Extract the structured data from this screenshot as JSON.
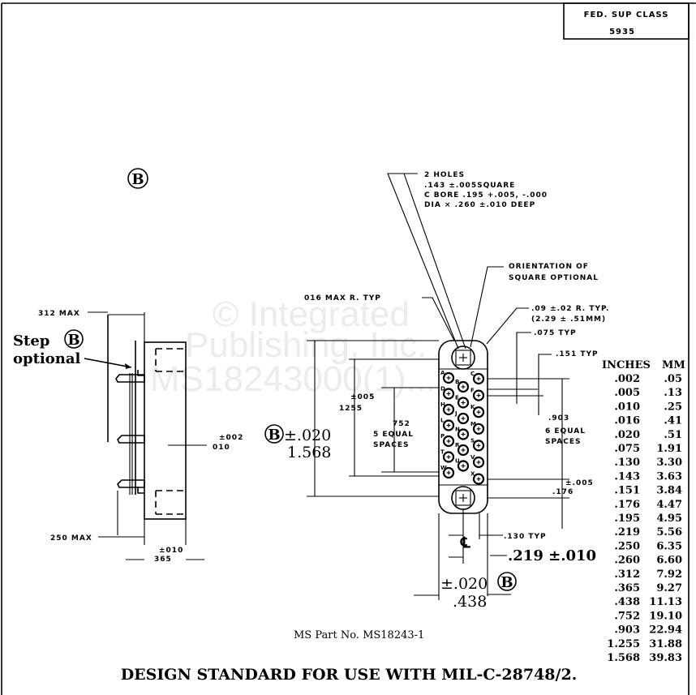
{
  "header": {
    "fed_sup_class_label": "FED. SUP CLASS",
    "fed_sup_class_value": "5935"
  },
  "watermark": {
    "line1": "© Integrated",
    "line2": "Publishing, Inc.",
    "line3": "MS18243000(1)..."
  },
  "callouts": {
    "step_marker": "B",
    "step_text_1": "Step",
    "step_text_2": "optional",
    "two_holes": [
      "2 HOLES",
      ".143 ±.005SQUARE",
      "C BORE .195 +.005, -.000",
      "DIA × .260 ±.010 DEEP"
    ],
    "orientation": [
      "ORIENTATION OF",
      "SQUARE OPTIONAL"
    ],
    "corner_radius": "016 MAX R. TYP",
    "radius_typ": [
      ".09 ±.02 R. TYP.",
      "(2.29 ± .51MM)"
    ],
    "spacing_075": ".075 TYP",
    "spacing_151": ".151 TYP",
    "spacing_130": ".130 TYP",
    "centerline": "℄"
  },
  "side_view_dims": {
    "max_312": "312 MAX",
    "tol_002": "±002",
    "val_010": "010",
    "max_250": "250 MAX",
    "tol_010": "±010",
    "val_365": "365"
  },
  "front_view_dims": {
    "overall_marker": "B",
    "overall_tol": "±.020",
    "overall_val": "1.568",
    "hole_tol": "±005",
    "hole_val": "1255",
    "row_a_val": "752",
    "row_a_desc_1": "5 EQUAL",
    "row_a_desc_2": "SPACES",
    "row_b_val": ".903",
    "row_b_desc_1": "6 EQUAL",
    "row_b_desc_2": "SPACES",
    "end_val": ".176",
    "end_tol": "±.005",
    "width_tol": "±.020",
    "width_val": ".438",
    "width_marker": "B",
    "offset_val": ".219 ±.010"
  },
  "pins": {
    "left_col": [
      "A",
      "D",
      "H",
      "L",
      "P",
      "T",
      "W"
    ],
    "mid_col": [
      "B",
      "E",
      "J",
      "N",
      "R",
      "U"
    ],
    "right_col": [
      "C",
      "F",
      "K",
      "M",
      "S",
      "V",
      "X"
    ]
  },
  "conversion_table": {
    "headers": [
      "INCHES",
      "MM"
    ],
    "rows": [
      [
        ".002",
        ".05"
      ],
      [
        ".005",
        ".13"
      ],
      [
        ".010",
        ".25"
      ],
      [
        ".016",
        ".41"
      ],
      [
        ".020",
        ".51"
      ],
      [
        ".075",
        "1.91"
      ],
      [
        ".130",
        "3.30"
      ],
      [
        ".143",
        "3.63"
      ],
      [
        ".151",
        "3.84"
      ],
      [
        ".176",
        "4.47"
      ],
      [
        ".195",
        "4.95"
      ],
      [
        ".219",
        "5.56"
      ],
      [
        ".250",
        "6.35"
      ],
      [
        ".260",
        "6.60"
      ],
      [
        ".312",
        "7.92"
      ],
      [
        ".365",
        "9.27"
      ],
      [
        ".438",
        "11.13"
      ],
      [
        ".752",
        "19.10"
      ],
      [
        ".903",
        "22.94"
      ],
      [
        "1.255",
        "31.88"
      ],
      [
        "1.568",
        "39.83"
      ]
    ]
  },
  "footer": {
    "part_number": "MS Part No. MS18243-1",
    "title": "DESIGN STANDARD FOR USE WITH MIL-C-28748/2."
  }
}
